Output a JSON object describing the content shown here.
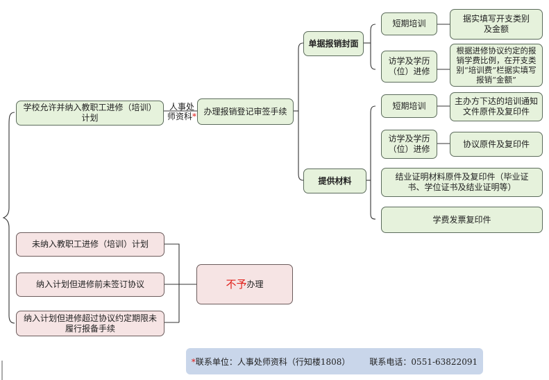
{
  "nodes": {
    "school": "学校允许并纳入教职工进修（培训）计划",
    "edge_label_line1": "人事处",
    "edge_label_line2": "师资科",
    "edge_asterisk": "*",
    "handle": "办理报销登记审签手续",
    "cover": "单据报销封面",
    "materials": "提供材料",
    "short_train_1": "短期培训",
    "fill_expense": "据实填写开支类别及金额",
    "visit_degree_1": "访学及学历（位）进修",
    "agreement_note": "根据进修协议约定的报销学费比例，在开支类别“培训费”栏据实填写报销“金额”",
    "short_train_2": "短期培训",
    "notice_docs": "主办方下达的培训通知文件原件及复印件",
    "visit_degree_2": "访学及学历（位）进修",
    "agreement_copy": "协议原件及复印件",
    "certificates": "结业证明材料原件及复印件（毕业证书、学位证书及结业证明等）",
    "tuition_invoice": "学费发票复印件",
    "not_in_plan": "未纳入教职工进修（培训）计划",
    "no_agreement": "纳入计划但进修前未签订协议",
    "overdue": "纳入计划但进修超过协议约定期限未履行报备手续",
    "refuse_red": "不予",
    "refuse_rest": "办理"
  },
  "footer": {
    "asterisk": "*",
    "contact_unit": "联系单位：人事处师资科（行知楼1808）",
    "contact_phone": "联系电话：0551-63822091"
  },
  "colors": {
    "green_box": "#e6f2dc",
    "pink_box": "#f6e4e4",
    "footer_bg": "#c9d6ea",
    "highlight_red": "#e0201a"
  }
}
